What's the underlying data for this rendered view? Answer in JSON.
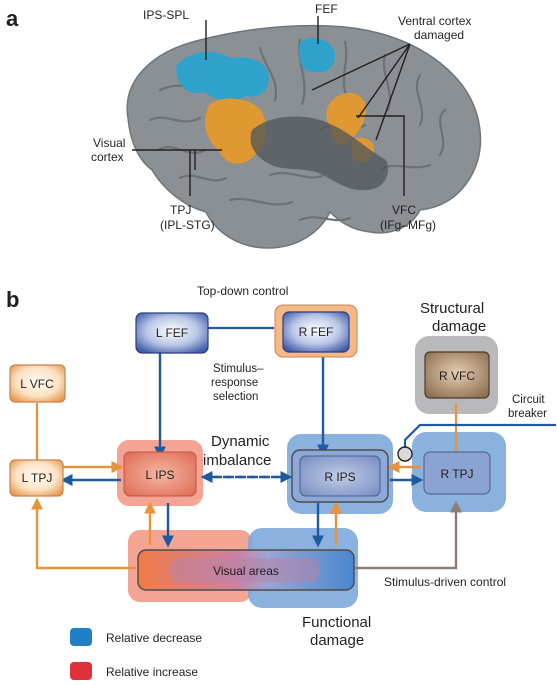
{
  "panel_a": {
    "label": "a",
    "annotations": {
      "ips_spl": "IPS-SPL",
      "fef": "FEF",
      "ventral_line1": "Ventral cortex",
      "ventral_line2": "damaged",
      "visual_line1": "Visual",
      "visual_line2": "cortex",
      "tpj_line1": "TPJ",
      "tpj_line2": "(IPL-STG)",
      "vfc_line1": "VFC",
      "vfc_line2": "(IFg–MFg)"
    }
  },
  "panel_b": {
    "label": "b",
    "top_down": "Top-down control",
    "stimulus_line1": "Stimulus–",
    "stimulus_line2": "response",
    "stimulus_line3": "selection",
    "structural_line1": "Structural",
    "structural_line2": "damage",
    "circuit_line1": "Circuit",
    "circuit_line2": "breaker",
    "dynamic_line1": "Dynamic",
    "dynamic_line2": "imbalance",
    "stimulus_driven": "Stimulus-driven control",
    "functional_line1": "Functional",
    "functional_line2": "damage",
    "nodes": {
      "l_fef": "L FEF",
      "r_fef": "R FEF",
      "l_vfc": "L VFC",
      "r_vfc": "R VFC",
      "l_tpj": "L TPJ",
      "r_tpj": "R TPJ",
      "l_ips": "L IPS",
      "r_ips": "R IPS",
      "visual": "Visual areas"
    },
    "legend": [
      {
        "label": "Relative decrease",
        "color": "#1f7fc4"
      },
      {
        "label": "Relative increase",
        "color": "#e0303a"
      }
    ]
  },
  "colors": {
    "dorsal_blue": "#2aa3cf",
    "ventral_orange": "#e59a2c",
    "cortex_gray": "#8a9094",
    "arrow_blue": "#1f5a9e",
    "arrow_orange": "#e8923a"
  }
}
